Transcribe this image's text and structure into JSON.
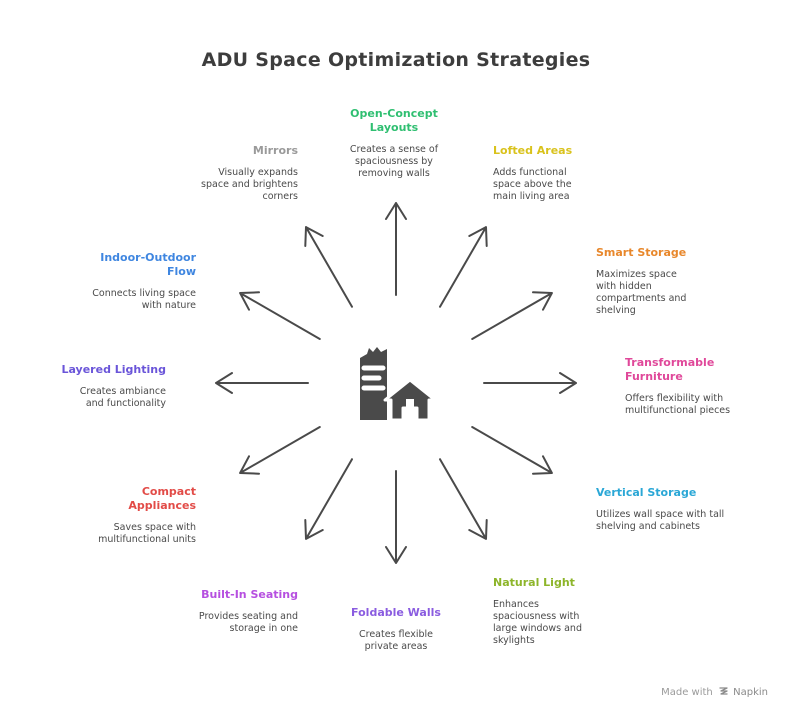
{
  "title": "ADU Space Optimization Strategies",
  "center_icon": "house-and-building-icon",
  "strategies": [
    {
      "id": "open-concept-layouts",
      "title": "Open-Concept Layouts",
      "description": "Creates a sense of spaciousness by removing walls",
      "color": "#2fbf71"
    },
    {
      "id": "lofted-areas",
      "title": "Lofted Areas",
      "description": "Adds functional space above the main living area",
      "color": "#d9c21c"
    },
    {
      "id": "smart-storage",
      "title": "Smart Storage",
      "description": "Maximizes space with hidden compartments and shelving",
      "color": "#e8872b"
    },
    {
      "id": "transformable-furniture",
      "title": "Transformable Furniture",
      "description": "Offers flexibility with multifunctional pieces",
      "color": "#e0489a"
    },
    {
      "id": "vertical-storage",
      "title": "Vertical Storage",
      "description": "Utilizes wall space with tall shelving and cabinets",
      "color": "#2aa7d6"
    },
    {
      "id": "natural-light",
      "title": "Natural Light",
      "description": "Enhances spaciousness with large windows and skylights",
      "color": "#8db52a"
    },
    {
      "id": "foldable-walls",
      "title": "Foldable Walls",
      "description": "Creates flexible private areas",
      "color": "#8a5ce0"
    },
    {
      "id": "built-in-seating",
      "title": "Built-In Seating",
      "description": "Provides seating and storage in one",
      "color": "#b64fe0"
    },
    {
      "id": "compact-appliances",
      "title": "Compact Appliances",
      "description": "Saves space with multifunctional units",
      "color": "#e24b47"
    },
    {
      "id": "layered-lighting",
      "title": "Layered Lighting",
      "description": "Creates ambiance and functionality",
      "color": "#6a55d9"
    },
    {
      "id": "indoor-outdoor-flow",
      "title": "Indoor-Outdoor Flow",
      "description": "Connects living space with nature",
      "color": "#3f86e0"
    },
    {
      "id": "mirrors",
      "title": "Mirrors",
      "description": "Visually expands space and brightens corners",
      "color": "#9a9a9a"
    }
  ],
  "footer": {
    "made_with": "Made with",
    "brand": "Napkin",
    "brand_icon": "napkin-logo-icon"
  },
  "colors": {
    "arrow": "#4a4a4a",
    "icon": "#4a4a4a",
    "title": "#3d3d3d"
  }
}
